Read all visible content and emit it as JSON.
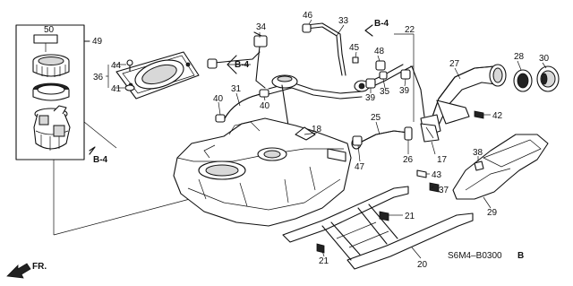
{
  "diagram": {
    "code": "S6M4–B0300",
    "code_suffix": "B",
    "front_label": "FR.",
    "ref_b4": "B-4",
    "callouts": {
      "c50": "50",
      "c49": "49",
      "c36": "36",
      "c44": "44",
      "c41": "41",
      "c34": "34",
      "c46": "46",
      "c33": "33",
      "c45": "45",
      "c48": "48",
      "c22": "22",
      "c27": "27",
      "c28": "28",
      "c30": "30",
      "c40a": "40",
      "c40b": "40",
      "c31": "31",
      "c39a": "39",
      "c39b": "39",
      "c35": "35",
      "c42": "42",
      "c18": "18",
      "c25": "25",
      "c26": "26",
      "c17": "17",
      "c47": "47",
      "c38": "38",
      "c43": "43",
      "c37": "37",
      "c29": "29",
      "c21a": "21",
      "c21b": "21",
      "c20": "20"
    }
  }
}
